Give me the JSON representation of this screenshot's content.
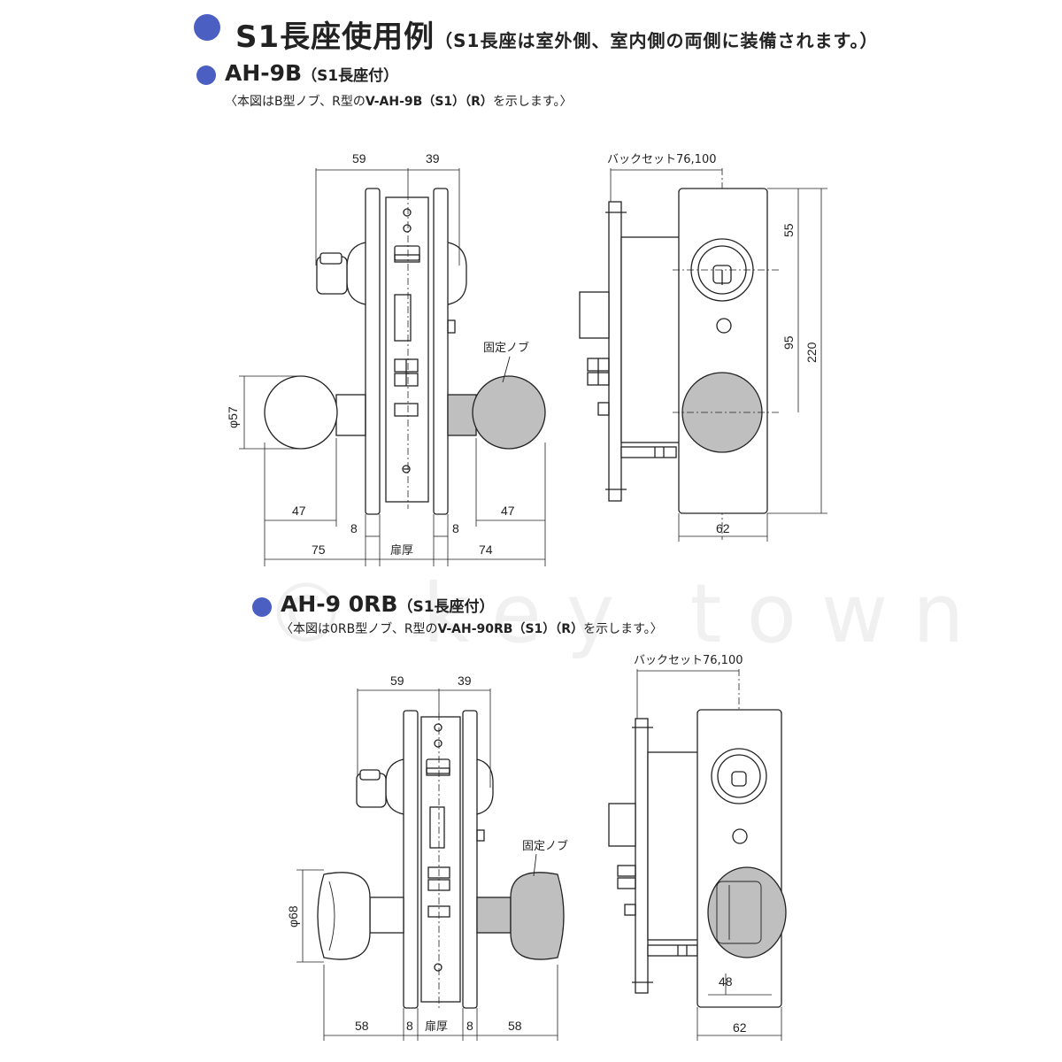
{
  "colors": {
    "bullet": "#4a5fc1",
    "knob_fill": "#bfbfbf",
    "line": "#222222"
  },
  "header": {
    "title": "S1長座使用例",
    "subtitle": "（S1長座は室外側、室内側の両側に装備されます。）"
  },
  "sections": [
    {
      "model": "AH-9B",
      "model_note": "（S1長座付）",
      "caption_prefix": "〈本図はB型ノブ、R型の",
      "caption_bold": "V-AH-9B（S1）（R）",
      "caption_suffix": "を示します。〉",
      "dims": {
        "top_left": "59",
        "top_right": "39",
        "knob_dia": "φ57",
        "knob_left": "47",
        "knob_right": "47",
        "gap_left": "8",
        "gap_right": "8",
        "total_left": "75",
        "door": "扉厚",
        "total_right": "74",
        "backset": "バックセット76,100",
        "h1": "55",
        "h2": "95",
        "h3": "220",
        "width": "62",
        "fixed_knob": "固定ノブ"
      }
    },
    {
      "model": "AH-9 0RB",
      "model_note": "（S1長座付）",
      "caption_prefix": "〈本図は0RB型ノブ、R型の",
      "caption_bold": "V-AH-90RB（S1）（R）",
      "caption_suffix": "を示します。〉",
      "dims": {
        "top_left": "59",
        "top_right": "39",
        "knob_dia": "φ68",
        "knob_left": "58",
        "knob_right": "58",
        "gap_left": "8",
        "gap_right": "8",
        "door": "扉厚",
        "backset": "バックセット76,100",
        "lever_width": "48",
        "width": "62",
        "fixed_knob": "固定ノブ"
      }
    }
  ],
  "watermark": "© key town"
}
